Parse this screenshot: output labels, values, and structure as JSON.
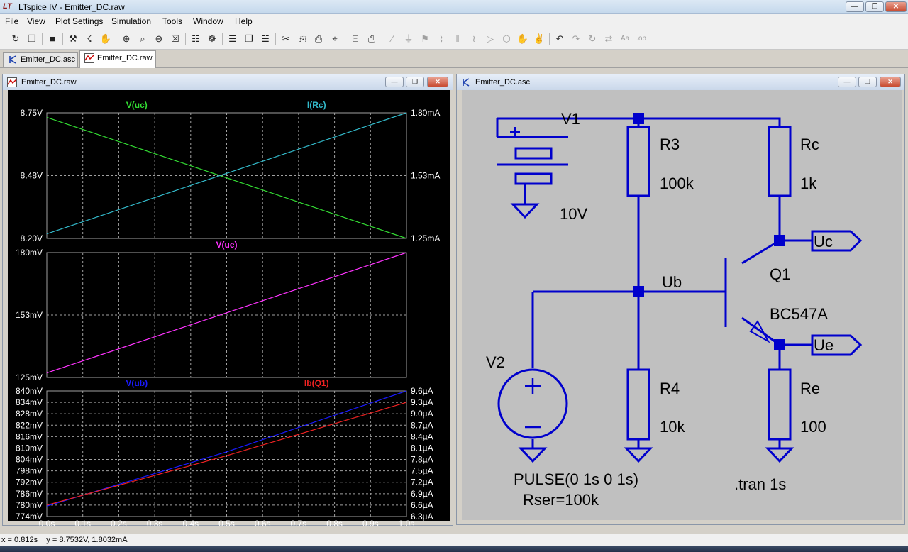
{
  "window": {
    "title": "LTspice IV - Emitter_DC.raw",
    "app_icon_text": "LT",
    "buttons": [
      "minimize",
      "maximize",
      "close"
    ]
  },
  "menu": {
    "items": [
      "File",
      "View",
      "Plot Settings",
      "Simulation",
      "Tools",
      "Window",
      "Help"
    ]
  },
  "toolbar": {
    "icons": [
      {
        "name": "open-schematic-icon",
        "glyph": "↻"
      },
      {
        "name": "open-file-icon",
        "glyph": "❐"
      },
      {
        "name": "save-icon",
        "glyph": "■"
      },
      {
        "name": "control-panel-icon",
        "glyph": "⚒"
      },
      {
        "name": "run-icon",
        "glyph": "☇"
      },
      {
        "name": "pan-icon",
        "glyph": "✋"
      },
      {
        "name": "zoom-in-icon",
        "glyph": "⊕"
      },
      {
        "name": "zoom-area-icon",
        "glyph": "⌕"
      },
      {
        "name": "zoom-out-icon",
        "glyph": "⊖"
      },
      {
        "name": "zoom-fit-icon",
        "glyph": "☒"
      },
      {
        "name": "autorange-icon",
        "glyph": "☷"
      },
      {
        "name": "autoscale-icon",
        "glyph": "☸"
      },
      {
        "name": "tile-horizontal-icon",
        "glyph": "☰"
      },
      {
        "name": "cascade-icon",
        "glyph": "❐"
      },
      {
        "name": "tile-vertical-icon",
        "glyph": "☱"
      },
      {
        "name": "cut-icon",
        "glyph": "✂"
      },
      {
        "name": "copy-icon",
        "glyph": "⎘"
      },
      {
        "name": "paste-icon",
        "glyph": "⎙"
      },
      {
        "name": "find-icon",
        "glyph": "⌖"
      },
      {
        "name": "print-setup-icon",
        "glyph": "⌸"
      },
      {
        "name": "print-icon",
        "glyph": "⎙"
      },
      {
        "name": "wire-icon",
        "glyph": "∕",
        "disabled": true
      },
      {
        "name": "ground-icon",
        "glyph": "⏚",
        "disabled": true
      },
      {
        "name": "label-net-icon",
        "glyph": "⚑",
        "disabled": true
      },
      {
        "name": "resistor-icon",
        "glyph": "⌇",
        "disabled": true
      },
      {
        "name": "capacitor-icon",
        "glyph": "‖",
        "disabled": true
      },
      {
        "name": "inductor-icon",
        "glyph": "≀",
        "disabled": true
      },
      {
        "name": "diode-icon",
        "glyph": "▷",
        "disabled": true
      },
      {
        "name": "component-icon",
        "glyph": "⬡",
        "disabled": true
      },
      {
        "name": "move-icon",
        "glyph": "✋",
        "disabled": true
      },
      {
        "name": "drag-icon",
        "glyph": "✌",
        "disabled": true
      },
      {
        "name": "undo-icon",
        "glyph": "↶"
      },
      {
        "name": "redo-icon",
        "glyph": "↷",
        "disabled": true
      },
      {
        "name": "rotate-icon",
        "glyph": "↻",
        "disabled": true
      },
      {
        "name": "mirror-icon",
        "glyph": "⇄",
        "disabled": true
      },
      {
        "name": "text-icon",
        "glyph": "Aa",
        "disabled": true
      },
      {
        "name": "spice-directive-icon",
        "glyph": ".op",
        "disabled": true
      }
    ]
  },
  "tabs": [
    {
      "label": "Emitter_DC.asc",
      "active": false
    },
    {
      "label": "Emitter_DC.raw",
      "active": true
    }
  ],
  "waveform_window": {
    "title": "Emitter_DC.raw"
  },
  "schematic_window": {
    "title": "Emitter_DC.asc"
  },
  "colors": {
    "plot_bg": "#000000",
    "grid": "#a0a0a0",
    "uc": "#33dd33",
    "irc": "#33bbcc",
    "ue": "#ff33ff",
    "ub": "#1a1aff",
    "ibq1": "#ee2222",
    "wire": "#0000cc",
    "schematic_bg": "#c0c0c0"
  },
  "chart_data": [
    {
      "type": "line",
      "pane": "top",
      "xlim": [
        0,
        1.0
      ],
      "ylim_left": [
        8.2,
        8.75
      ],
      "ylim_right": [
        1.25,
        1.8
      ],
      "left_ticks": [
        "8.75V",
        "8.48V",
        "8.20V"
      ],
      "right_ticks": [
        "1.80mA",
        "1.53mA",
        "1.25mA"
      ],
      "series": [
        {
          "name": "V(uc)",
          "axis": "left",
          "color": "#33dd33",
          "x": [
            0,
            1.0
          ],
          "y": [
            8.73,
            8.2
          ]
        },
        {
          "name": "I(Rc)",
          "axis": "right",
          "color": "#33bbcc",
          "x": [
            0,
            1.0
          ],
          "y": [
            1.27,
            1.8
          ]
        }
      ]
    },
    {
      "type": "line",
      "pane": "middle",
      "xlim": [
        0,
        1.0
      ],
      "ylim_left": [
        125,
        180
      ],
      "left_ticks": [
        "180mV",
        "153mV",
        "125mV"
      ],
      "series": [
        {
          "name": "V(ue)",
          "axis": "left",
          "color": "#ff33ff",
          "x": [
            0,
            1.0
          ],
          "y": [
            127,
            180
          ]
        }
      ]
    },
    {
      "type": "line",
      "pane": "bottom",
      "xlim": [
        0,
        1.0
      ],
      "ylim_left": [
        774,
        840
      ],
      "ylim_right": [
        6.3,
        9.6
      ],
      "left_ticks": [
        "840mV",
        "834mV",
        "828mV",
        "822mV",
        "816mV",
        "810mV",
        "804mV",
        "798mV",
        "792mV",
        "786mV",
        "780mV",
        "774mV"
      ],
      "right_ticks": [
        "9.6µA",
        "9.3µA",
        "9.0µA",
        "8.7µA",
        "8.4µA",
        "8.1µA",
        "7.8µA",
        "7.5µA",
        "7.2µA",
        "6.9µA",
        "6.6µA",
        "6.3µA"
      ],
      "x_ticks": [
        "0.0s",
        "0.1s",
        "0.2s",
        "0.3s",
        "0.4s",
        "0.5s",
        "0.6s",
        "0.7s",
        "0.8s",
        "0.9s",
        "1.0s"
      ],
      "series": [
        {
          "name": "V(ub)",
          "axis": "left",
          "color": "#1a1aff",
          "x": [
            0,
            0.5,
            1.0
          ],
          "y": [
            779.5,
            808,
            840
          ]
        },
        {
          "name": "Ib(Q1)",
          "axis": "right",
          "color": "#ee2222",
          "x": [
            0,
            0.5,
            1.0
          ],
          "y": [
            6.6,
            7.9,
            9.3
          ]
        }
      ]
    }
  ],
  "schematic": {
    "components": {
      "v1": {
        "name": "V1",
        "value": "10V",
        "plus": "+"
      },
      "v2": {
        "name": "V2",
        "value1": "PULSE(0 1s 0 1s)",
        "value2": "Rser=100k"
      },
      "r3": {
        "name": "R3",
        "value": "100k"
      },
      "rc": {
        "name": "Rc",
        "value": "1k"
      },
      "r4": {
        "name": "R4",
        "value": "10k"
      },
      "re": {
        "name": "Re",
        "value": "100"
      },
      "q1": {
        "name": "Q1",
        "value": "BC547A"
      }
    },
    "labels": {
      "ub": "Ub",
      "uc": "Uc",
      "ue": "Ue"
    },
    "directive": ".tran 1s"
  },
  "status": {
    "text": "x = 0.812s    y = 8.7532V, 1.8032mA"
  }
}
